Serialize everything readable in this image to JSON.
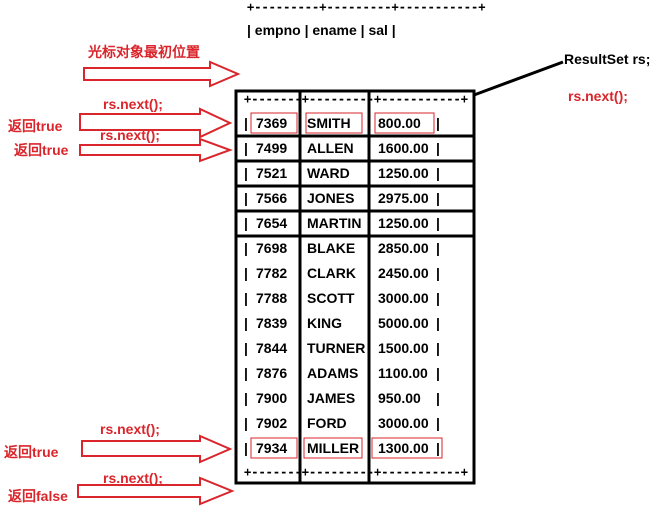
{
  "header": {
    "top_border": "+---------+---------+-----------+",
    "columns_line": "| empno | ename  | sal    |"
  },
  "labels": {
    "cursor_initial": "光标对象最初位置",
    "resultset": "ResultSet rs;",
    "rs_next_right": "rs.next();",
    "rs_next": "rs.next();",
    "return_true": "返回true",
    "return_false": "返回false"
  },
  "table": {
    "top_border": "+-------+---------+-----------+",
    "bottom_border": "+-------+---------+-----------+",
    "rows": [
      {
        "empno": "7369",
        "ename": "SMITH",
        "sal": "800.00"
      },
      {
        "empno": "7499",
        "ename": "ALLEN",
        "sal": "1600.00"
      },
      {
        "empno": "7521",
        "ename": "WARD",
        "sal": "1250.00"
      },
      {
        "empno": "7566",
        "ename": "JONES",
        "sal": "2975.00"
      },
      {
        "empno": "7654",
        "ename": "MARTIN",
        "sal": "1250.00"
      },
      {
        "empno": "7698",
        "ename": "BLAKE",
        "sal": "2850.00"
      },
      {
        "empno": "7782",
        "ename": "CLARK",
        "sal": "2450.00"
      },
      {
        "empno": "7788",
        "ename": "SCOTT",
        "sal": "3000.00"
      },
      {
        "empno": "7839",
        "ename": "KING",
        "sal": "5000.00"
      },
      {
        "empno": "7844",
        "ename": "TURNER",
        "sal": "1500.00"
      },
      {
        "empno": "7876",
        "ename": "ADAMS",
        "sal": "1100.00"
      },
      {
        "empno": "7900",
        "ename": "JAMES",
        "sal": "950.00"
      },
      {
        "empno": "7902",
        "ename": "FORD",
        "sal": "3000.00"
      },
      {
        "empno": "7934",
        "ename": "MILLER",
        "sal": "1300.00"
      }
    ]
  },
  "colors": {
    "annotation": "#d9252b",
    "frame": "#000000"
  }
}
